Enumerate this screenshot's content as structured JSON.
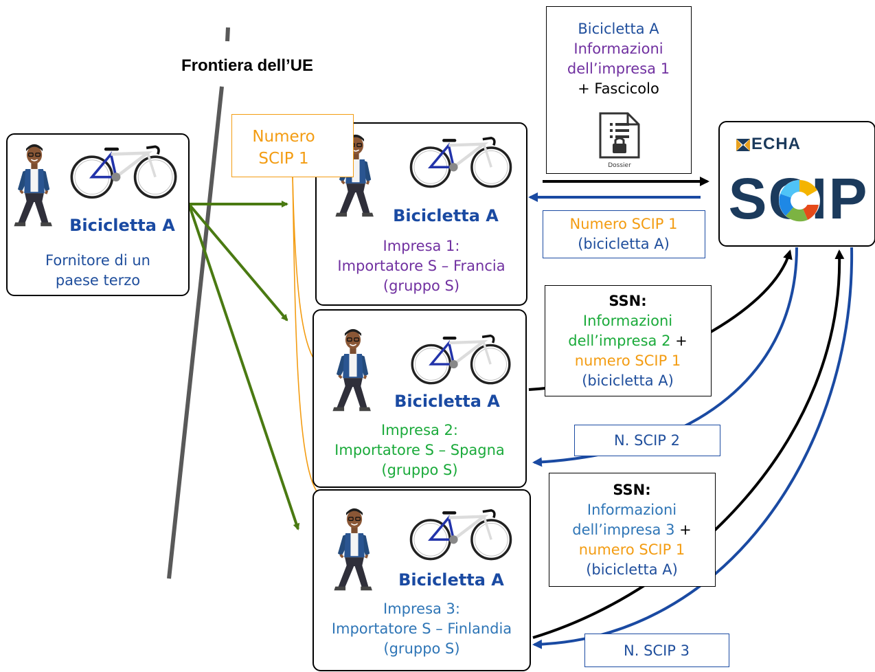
{
  "border_label": "Frontiera dell’UE",
  "supplier": {
    "article": "Bicicletta A",
    "line1": "Fornitore di un",
    "line2": "paese terzo"
  },
  "scip_number_note": {
    "line1": "Numero",
    "line2": "SCIP 1"
  },
  "company1": {
    "article": "Bicicletta A",
    "line1": "Impresa 1:",
    "line2": "Importatore S – Francia",
    "line3": "(gruppo S)"
  },
  "company2": {
    "article": "Bicicletta A",
    "line1": "Impresa 2:",
    "line2": "Importatore S – Spagna",
    "line3": "(gruppo S)"
  },
  "company3": {
    "article": "Bicicletta A",
    "line1": "Impresa 3:",
    "line2": "Importatore S – Finlandia",
    "line3": "(gruppo S)"
  },
  "submission": {
    "line1": "Bicicletta A",
    "line2": "Informazioni",
    "line3": "dell’impresa 1",
    "line4": "+ Fascicolo",
    "dossier_label": "Dossier"
  },
  "echa": {
    "brand": "ECHA",
    "db": "SCIP"
  },
  "response1": {
    "line1": "Numero SCIP 1",
    "line2": "(bicicletta A)"
  },
  "ssn2": {
    "title": "SSN:",
    "line1": "Informazioni",
    "line2a": "dell’impresa 2",
    "line2b": " +",
    "line3": "numero SCIP 1",
    "line4": "(bicicletta A)"
  },
  "ssn3": {
    "title": "SSN:",
    "line1": "Informazioni",
    "line2a": "dell’impresa 3",
    "line2b": " +",
    "line3": "numero SCIP 1",
    "line4": "(bicicletta A)"
  },
  "response2": "N. SCIP 2",
  "response3": "N. SCIP 3",
  "colors": {
    "green_arrow": "#4a7a12",
    "orange_line": "#f39c12",
    "blue_arrow": "#1a4aa2",
    "black_arrow": "#000000",
    "border_line": "#595959"
  }
}
